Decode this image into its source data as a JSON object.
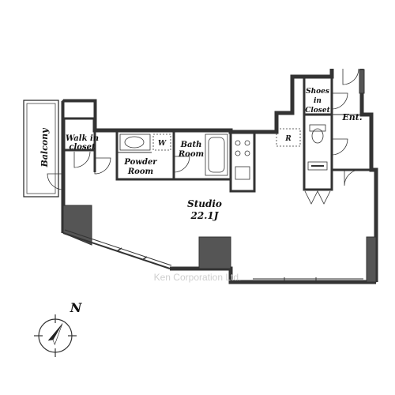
{
  "rooms": {
    "balcony": "Balcony",
    "walk_in_closet": [
      "Walk in",
      "closet"
    ],
    "powder_room": [
      "Powder",
      "Room"
    ],
    "washer": "W",
    "bath_room": [
      "Bath",
      "Room"
    ],
    "refrigerator": "R",
    "shoes_closet": [
      "Shoes",
      "in",
      "Closet"
    ],
    "entrance": "Ent.",
    "studio": [
      "Studio",
      "22.1J"
    ]
  },
  "watermark": "Ken Corporation Ltd.",
  "compass": {
    "north_label": "N"
  },
  "colors": {
    "wall": "#333333",
    "shade": "#555555",
    "line": "#222222"
  }
}
